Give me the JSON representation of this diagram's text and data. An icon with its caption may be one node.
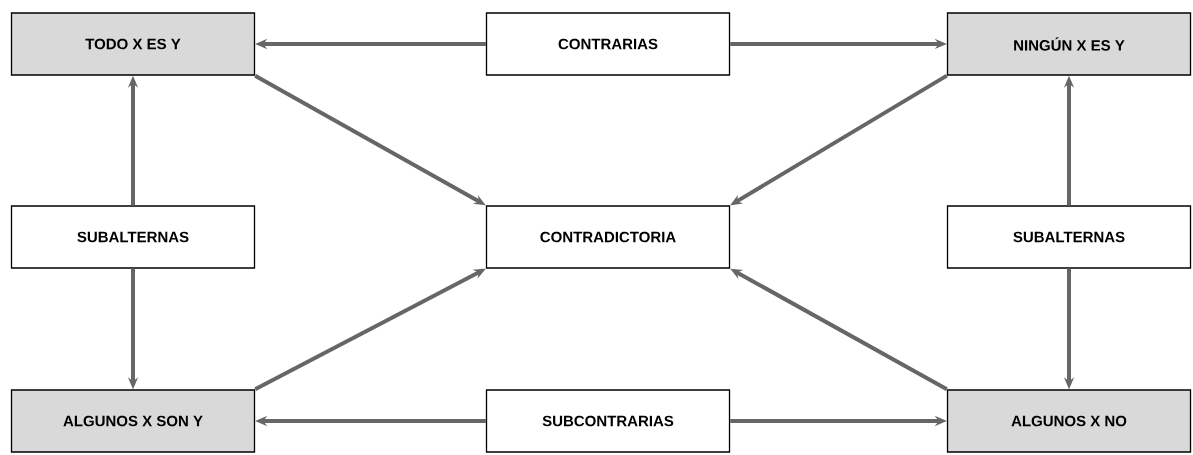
{
  "diagram": {
    "nodes": [
      {
        "text": [
          "TODO X ES Y"
        ]
      },
      {
        "text": [
          "CONTRARIAS"
        ]
      },
      {
        "text": [
          "NINGÚN X ES Y"
        ]
      },
      {
        "text": [
          "SUBALTERNAS"
        ]
      },
      {
        "text": [
          "CONTRADICTORIA"
        ]
      },
      {
        "text": [
          "SUBALTERNAS"
        ]
      },
      {
        "text": [
          "ALGUNOS X SON Y"
        ]
      },
      {
        "text": [
          "SUBCONTRARIAS"
        ]
      },
      {
        "text": [
          "ALGUNOS X NO"
        ]
      }
    ],
    "edges": [
      {
        "from": 1,
        "to": 0,
        "arrow": "to"
      },
      {
        "from": 1,
        "to": 2,
        "arrow": "to"
      },
      {
        "from": 0,
        "to": 4,
        "arrow": "to"
      },
      {
        "from": 2,
        "to": 4,
        "arrow": "to"
      },
      {
        "from": 3,
        "to": 0,
        "arrow": "to"
      },
      {
        "from": 5,
        "to": 2,
        "arrow": "to"
      },
      {
        "from": 3,
        "to": 6,
        "arrow": "to"
      },
      {
        "from": 5,
        "to": 8,
        "arrow": "to"
      },
      {
        "from": 6,
        "to": 4,
        "arrow": "to"
      },
      {
        "from": 8,
        "to": 4,
        "arrow": "to"
      },
      {
        "from": 7,
        "to": 6,
        "arrow": "to"
      },
      {
        "from": 7,
        "to": 8,
        "arrow": "to"
      }
    ]
  }
}
